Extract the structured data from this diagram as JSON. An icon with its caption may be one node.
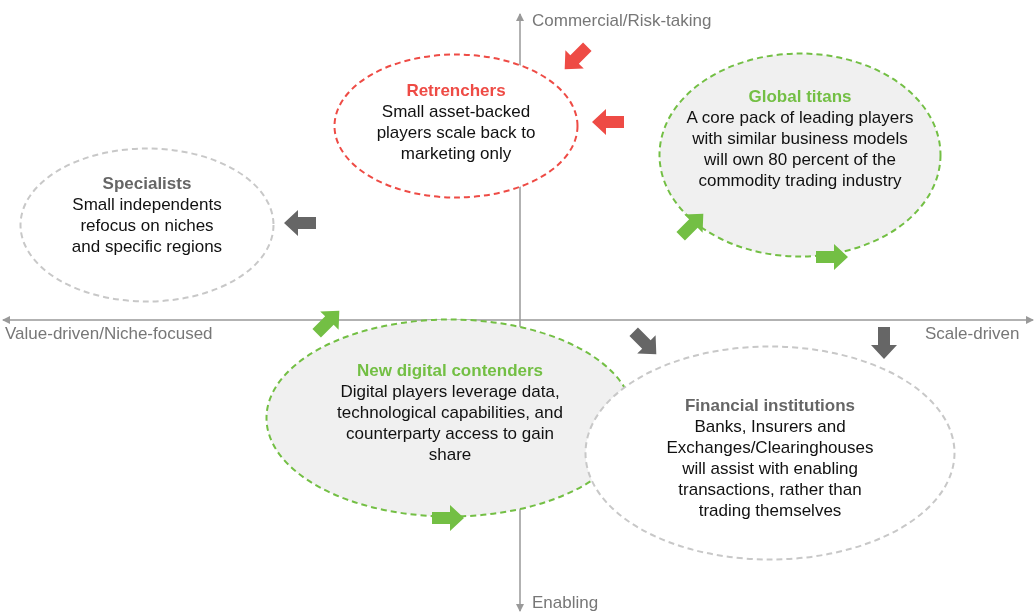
{
  "diagram": {
    "nodes": [
      {
        "text": [
          "Retrenchers",
          "Small asset-backed players scale back to marketing only"
        ]
      },
      {
        "text": [
          "Global titans",
          "A core pack of leading players with similar business models will own 80 percent of the commodity trading industry"
        ]
      },
      {
        "text": [
          "Specialists",
          "Small independents refocus on niches and specific regions"
        ]
      },
      {
        "text": [
          "New digital contenders",
          "Digital players leverage data, technological capabilities, and counterparty access to gain share"
        ]
      },
      {
        "text": [
          "Financial institutions",
          "Banks, Insurers and Exchanges/Clearinghouses will assist with enabling transactions, rather than trading themselves"
        ]
      }
    ],
    "edges": [
      {
        "from": 3,
        "to": 4,
        "arrow": "to"
      }
    ],
    "labels": [
      "Commercial/Risk-taking",
      "Value-driven/Niche-focused",
      "Scale-driven",
      "Enabling"
    ]
  }
}
